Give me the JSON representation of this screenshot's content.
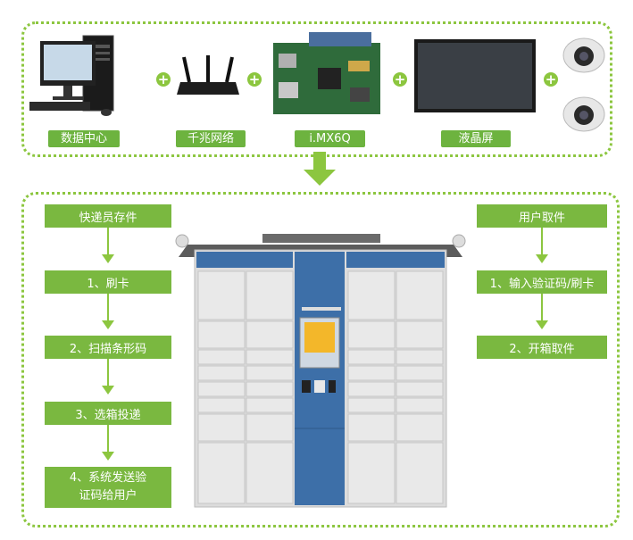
{
  "top": {
    "labels": [
      "数据中心",
      "千兆网络",
      "i.MX6Q",
      "液晶屏"
    ],
    "plus": "+"
  },
  "left_flow": {
    "title": "快递员存件",
    "steps": [
      "1、刷卡",
      "2、扫描条形码",
      "3、选箱投递",
      "4、系统发送验",
      "证码给用户"
    ]
  },
  "right_flow": {
    "title": "用户取件",
    "steps": [
      "1、输入验证码/刷卡",
      "2、开箱取件"
    ]
  },
  "colors": {
    "green": "#8cc63f",
    "dark_green": "#6db33f",
    "locker_blue": "#3c6fa6"
  },
  "icons": [
    "computer-icon",
    "router-icon",
    "board-icon",
    "monitor-icon",
    "camera-icon"
  ]
}
